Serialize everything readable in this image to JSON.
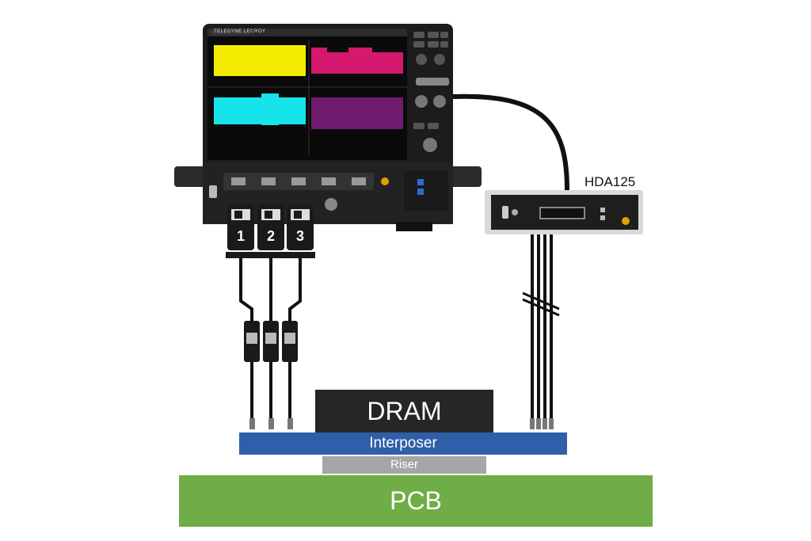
{
  "labels": {
    "dram": "DRAM",
    "interposer": "Interposer",
    "riser": "Riser",
    "pcb": "PCB",
    "hda": "HDA125",
    "oscilloscope_brand": "TELEDYNE LECROY",
    "channels": [
      "1",
      "2",
      "3"
    ]
  },
  "colors": {
    "pcb": "#6fad47",
    "riser": "#a6a6a6",
    "interposer": "#2f5fa8",
    "dram": "#262626",
    "trace_yellow": "#f4ec00",
    "trace_magenta": "#d6186e",
    "trace_cyan": "#16e3ea",
    "trace_purple": "#8a1f8a"
  }
}
